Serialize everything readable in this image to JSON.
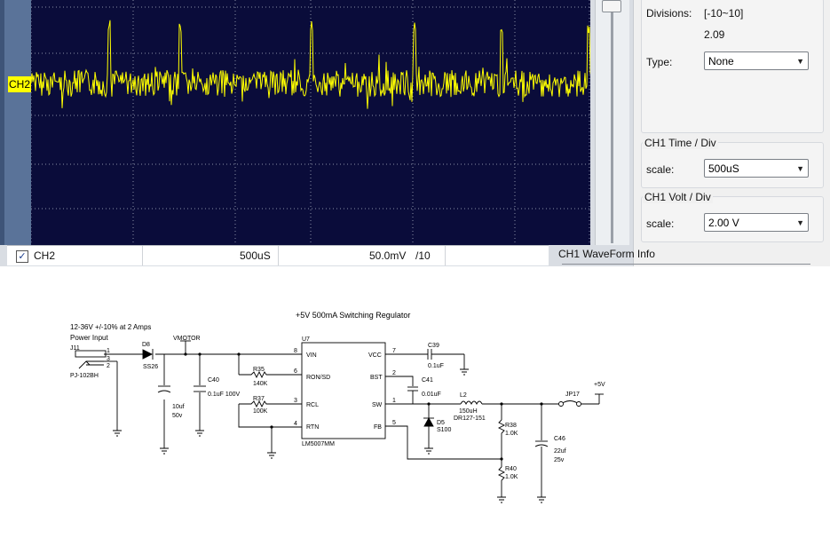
{
  "scope": {
    "channel_marker": "CH2",
    "status": {
      "channel": "CH2",
      "time_per_div": "500uS",
      "volts_per_div": "50.0mV",
      "probe": "/10"
    },
    "side_panel": {
      "divisions_label": "Divisions:",
      "divisions_range": "[-10~10]",
      "divisions_value": "2.09",
      "type_label": "Type:",
      "type_value": "None",
      "time_group_title": "CH1 Time / Div",
      "time_scale_label": "scale:",
      "time_scale_value": "500uS",
      "volt_group_title": "CH1 Volt / Div",
      "volt_scale_label": "scale:",
      "volt_scale_value": "2.00 V",
      "waveform_info_title": "CH1 WaveForm Info"
    },
    "colors": {
      "trace": "#ffff00",
      "plot_bg": "#0a0c3a",
      "grid": "#8a8fa6"
    }
  },
  "schematic": {
    "title": "+5V 500mA Switching Regulator",
    "input_note": "12-36V +/-10% at 2 Amps",
    "power_input_label": "Power Input",
    "vmotor_label": "VMOTOR",
    "vout_label": "+5V",
    "ic": {
      "ref": "U7",
      "part": "LM5007MM",
      "pins": {
        "vin": "VIN",
        "ron_sd": "RON/SD",
        "rcl": "RCL",
        "rtn": "RTN",
        "vcc": "VCC",
        "bst": "BST",
        "sw": "SW",
        "fb": "FB"
      },
      "pin_numbers": {
        "vin": "8",
        "ron_sd": "6",
        "rcl": "3",
        "rtn": "4",
        "vcc": "7",
        "bst": "2",
        "sw": "1",
        "fb": "5"
      }
    },
    "components": {
      "j11": "J11",
      "j11_part": "PJ-102BH",
      "j11_pin1": "1",
      "j11_pin3": "3",
      "j11_pin2": "2",
      "d8": "D8",
      "d8_part": "SS26",
      "c_bulk_value": "10uf",
      "c_bulk_voltage": "50v",
      "c40": "C40",
      "c40_value": "0.1uF 100V",
      "r35": "R35",
      "r35_value": "140K",
      "r37": "R37",
      "r37_value": "100K",
      "c39": "C39",
      "c39_value": "0.1uF",
      "c41": "C41",
      "c41_value": "0.01uF",
      "l2": "L2",
      "l2_value": "150uH",
      "l2_part": "DR127-151",
      "d5": "D5",
      "d5_part": "S100",
      "r38": "R38",
      "r38_value": "1.0K",
      "r40": "R40",
      "r40_value": "1.0K",
      "c46": "C46",
      "c46_value": "22uf",
      "c46_voltage": "25v",
      "jp17": "JP17"
    }
  }
}
